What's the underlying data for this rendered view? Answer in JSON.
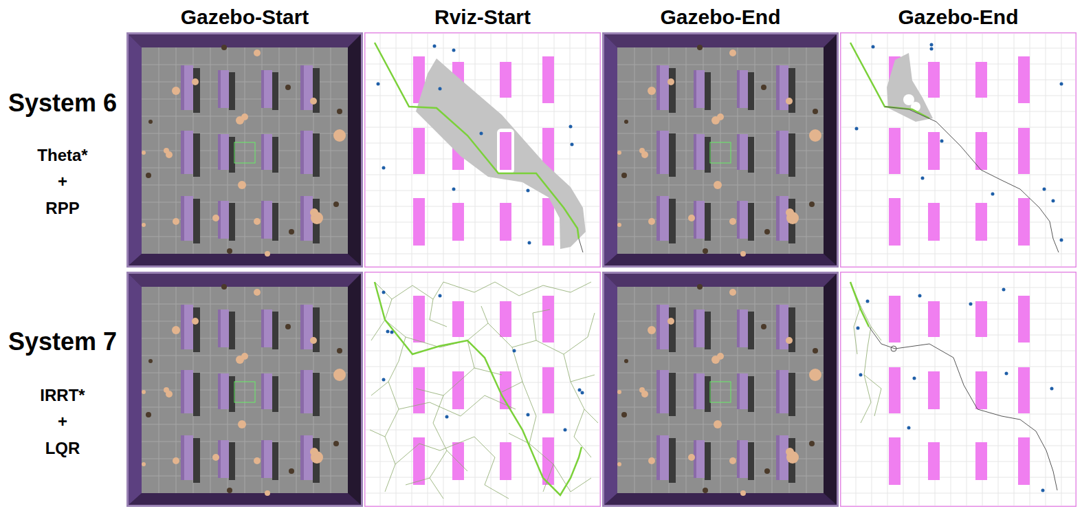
{
  "diagram": {
    "labels": [
      "Gazebo-Start",
      "Rviz-Start",
      "Gazebo-End",
      "Gazebo-End",
      "System 6",
      "Theta*",
      "+",
      "RPP",
      "System 7",
      "IRRT*",
      "+",
      "LQR"
    ]
  }
}
